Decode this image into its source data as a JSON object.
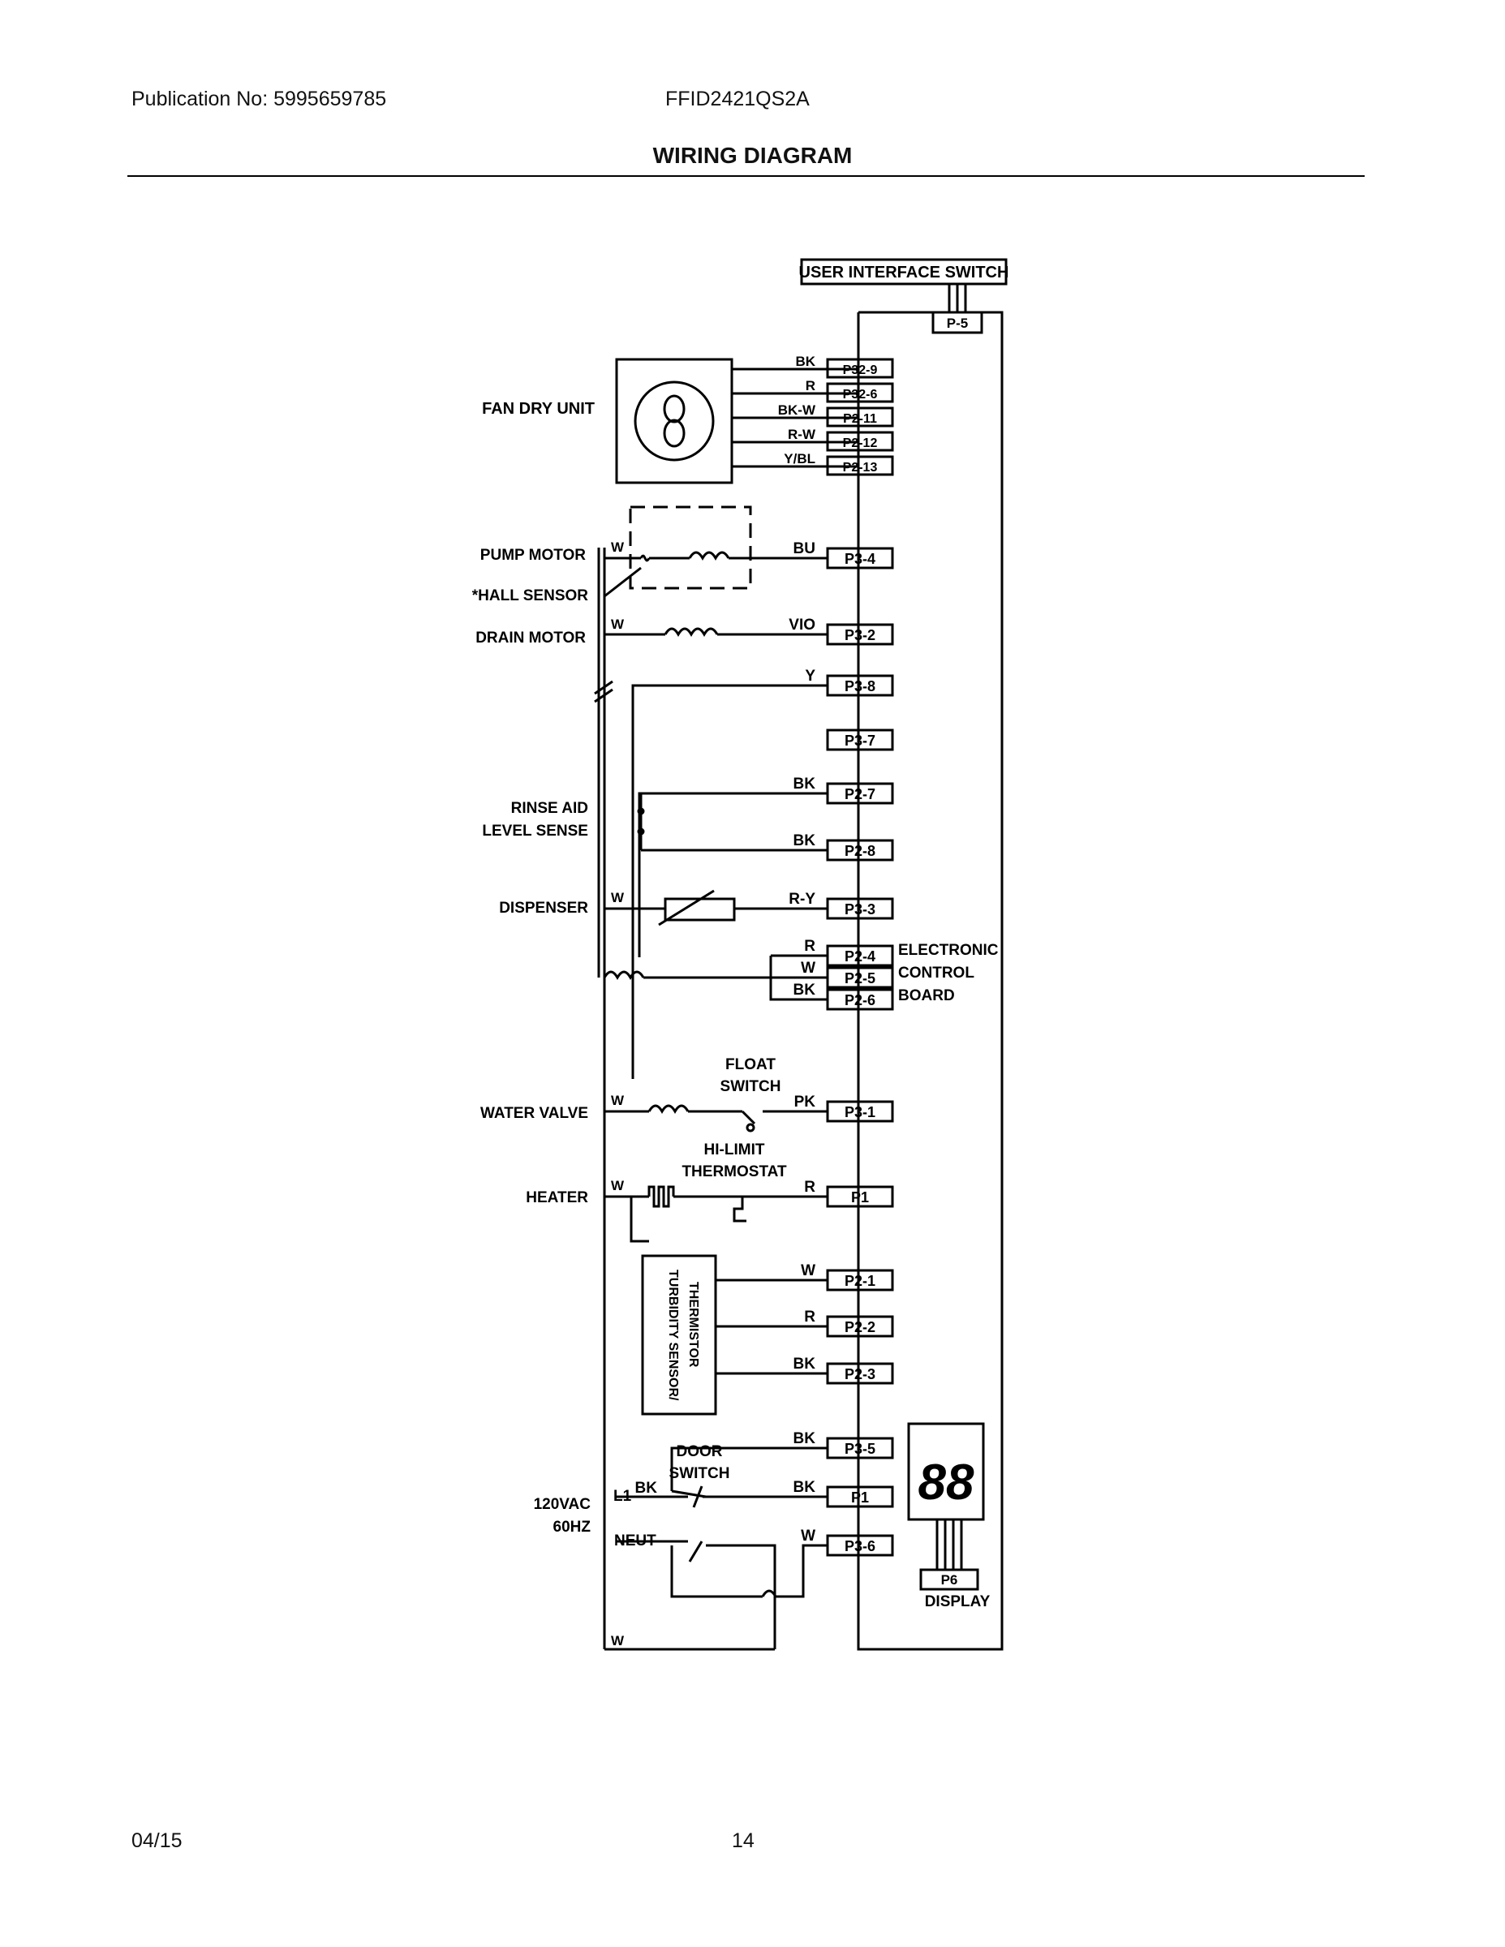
{
  "header": {
    "publication": "Publication No: 5995659785",
    "model": "FFID2421QS2A",
    "title": "WIRING DIAGRAM"
  },
  "footer": {
    "date": "04/15",
    "page": "14"
  },
  "diagram": {
    "user_interface_switch": "USER INTERFACE SWITCH",
    "p5": "P-5",
    "fan_dry_unit": "FAN DRY UNIT",
    "pump_motor": "PUMP MOTOR",
    "hall_sensor": "*HALL SENSOR",
    "drain_motor": "DRAIN MOTOR",
    "rinse_aid": [
      "RINSE AID",
      "LEVEL SENSE"
    ],
    "dispenser": "DISPENSER",
    "ecb": [
      "ELECTRONIC",
      "CONTROL",
      "BOARD"
    ],
    "water_valve": "WATER VALVE",
    "float_switch": [
      "FLOAT",
      "SWITCH"
    ],
    "heater": "HEATER",
    "hi_limit": [
      "HI-LIMIT",
      "THERMOSTAT"
    ],
    "thermistor": [
      "TURBIDITY SENSOR/",
      "THERMISTOR"
    ],
    "door_switch": [
      "DOOR",
      "SWITCH"
    ],
    "supply": [
      "120VAC",
      "60HZ"
    ],
    "l1": "L1",
    "neut": "NEUT",
    "display": "DISPLAY",
    "p6": "P6",
    "seg_digits": "88",
    "wire_w": "W",
    "fan_wires": [
      "BK",
      "R",
      "BK-W",
      "R-W",
      "Y/BL"
    ],
    "fan_pins": [
      "P32-9",
      "P32-6",
      "P2-11",
      "P2-12",
      "P2-13"
    ],
    "wires": {
      "pump": "BU",
      "drain": "VIO",
      "y": "Y",
      "rinse1": "BK",
      "rinse2": "BK",
      "disp": "R-Y",
      "ecb_r": "R",
      "ecb_w": "W",
      "ecb_bk": "BK",
      "float": "PK",
      "heater": "R",
      "th1": "W",
      "th2": "R",
      "th3": "BK",
      "p35": "BK",
      "l1bk": "BK",
      "p1b": "BK",
      "p36": "W"
    },
    "pins": {
      "pump": "P3-4",
      "drain": "P3-2",
      "y": "P3-8",
      "p37": "P3-7",
      "rinse1": "P2-7",
      "rinse2": "P2-8",
      "disp": "P3-3",
      "ecb1": "P2-4",
      "ecb2": "P2-5",
      "ecb3": "P2-6",
      "float": "P3-1",
      "heater": "P1",
      "th1": "P2-1",
      "th2": "P2-2",
      "th3": "P2-3",
      "p35": "P3-5",
      "p1b": "P1",
      "p36": "P3-6"
    }
  }
}
